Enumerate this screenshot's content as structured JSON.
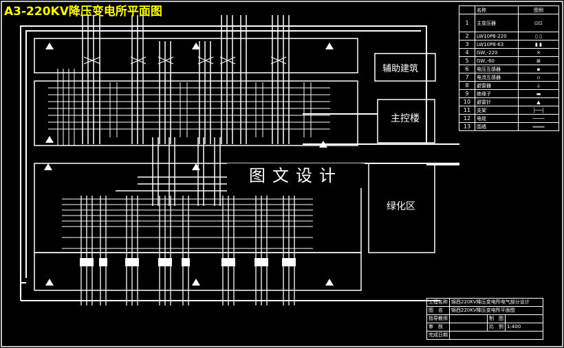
{
  "title": "A3-220KV降压变电所平面图",
  "watermark": "图文设计",
  "areas": {
    "aux_building": "辅助建筑",
    "main_control": "主控楼",
    "green_zone": "绿化区"
  },
  "legend": {
    "header_name": "名称",
    "header_symbol": "图例",
    "items": [
      {
        "no": "1",
        "name": "主变压器"
      },
      {
        "no": "2",
        "name": "LW10P8-220"
      },
      {
        "no": "3",
        "name": "LW10P8-63"
      },
      {
        "no": "4",
        "name": "GW,-220"
      },
      {
        "no": "5",
        "name": "GW,-60"
      },
      {
        "no": "6",
        "name": "电压互感器"
      },
      {
        "no": "7",
        "name": "电流互感器"
      },
      {
        "no": "8",
        "name": "避雷器"
      },
      {
        "no": "9",
        "name": "绝缘子"
      },
      {
        "no": "10",
        "name": "避雷针"
      },
      {
        "no": "11",
        "name": "支架"
      },
      {
        "no": "12",
        "name": "电缆"
      },
      {
        "no": "13",
        "name": "围墙"
      }
    ]
  },
  "title_block": {
    "project_label": "工程名称",
    "project_value": "锦西220KV降压变电所电气部分设计",
    "drawing_label": "图　名",
    "drawing_value": "锦西220KV降压变电所平面图",
    "advisor_label": "指导教师",
    "drafted_label": "制　图",
    "reviewer_label": "审　核",
    "scale_label": "比　例",
    "scale_value": "1:400",
    "date_label": "完成日期"
  }
}
